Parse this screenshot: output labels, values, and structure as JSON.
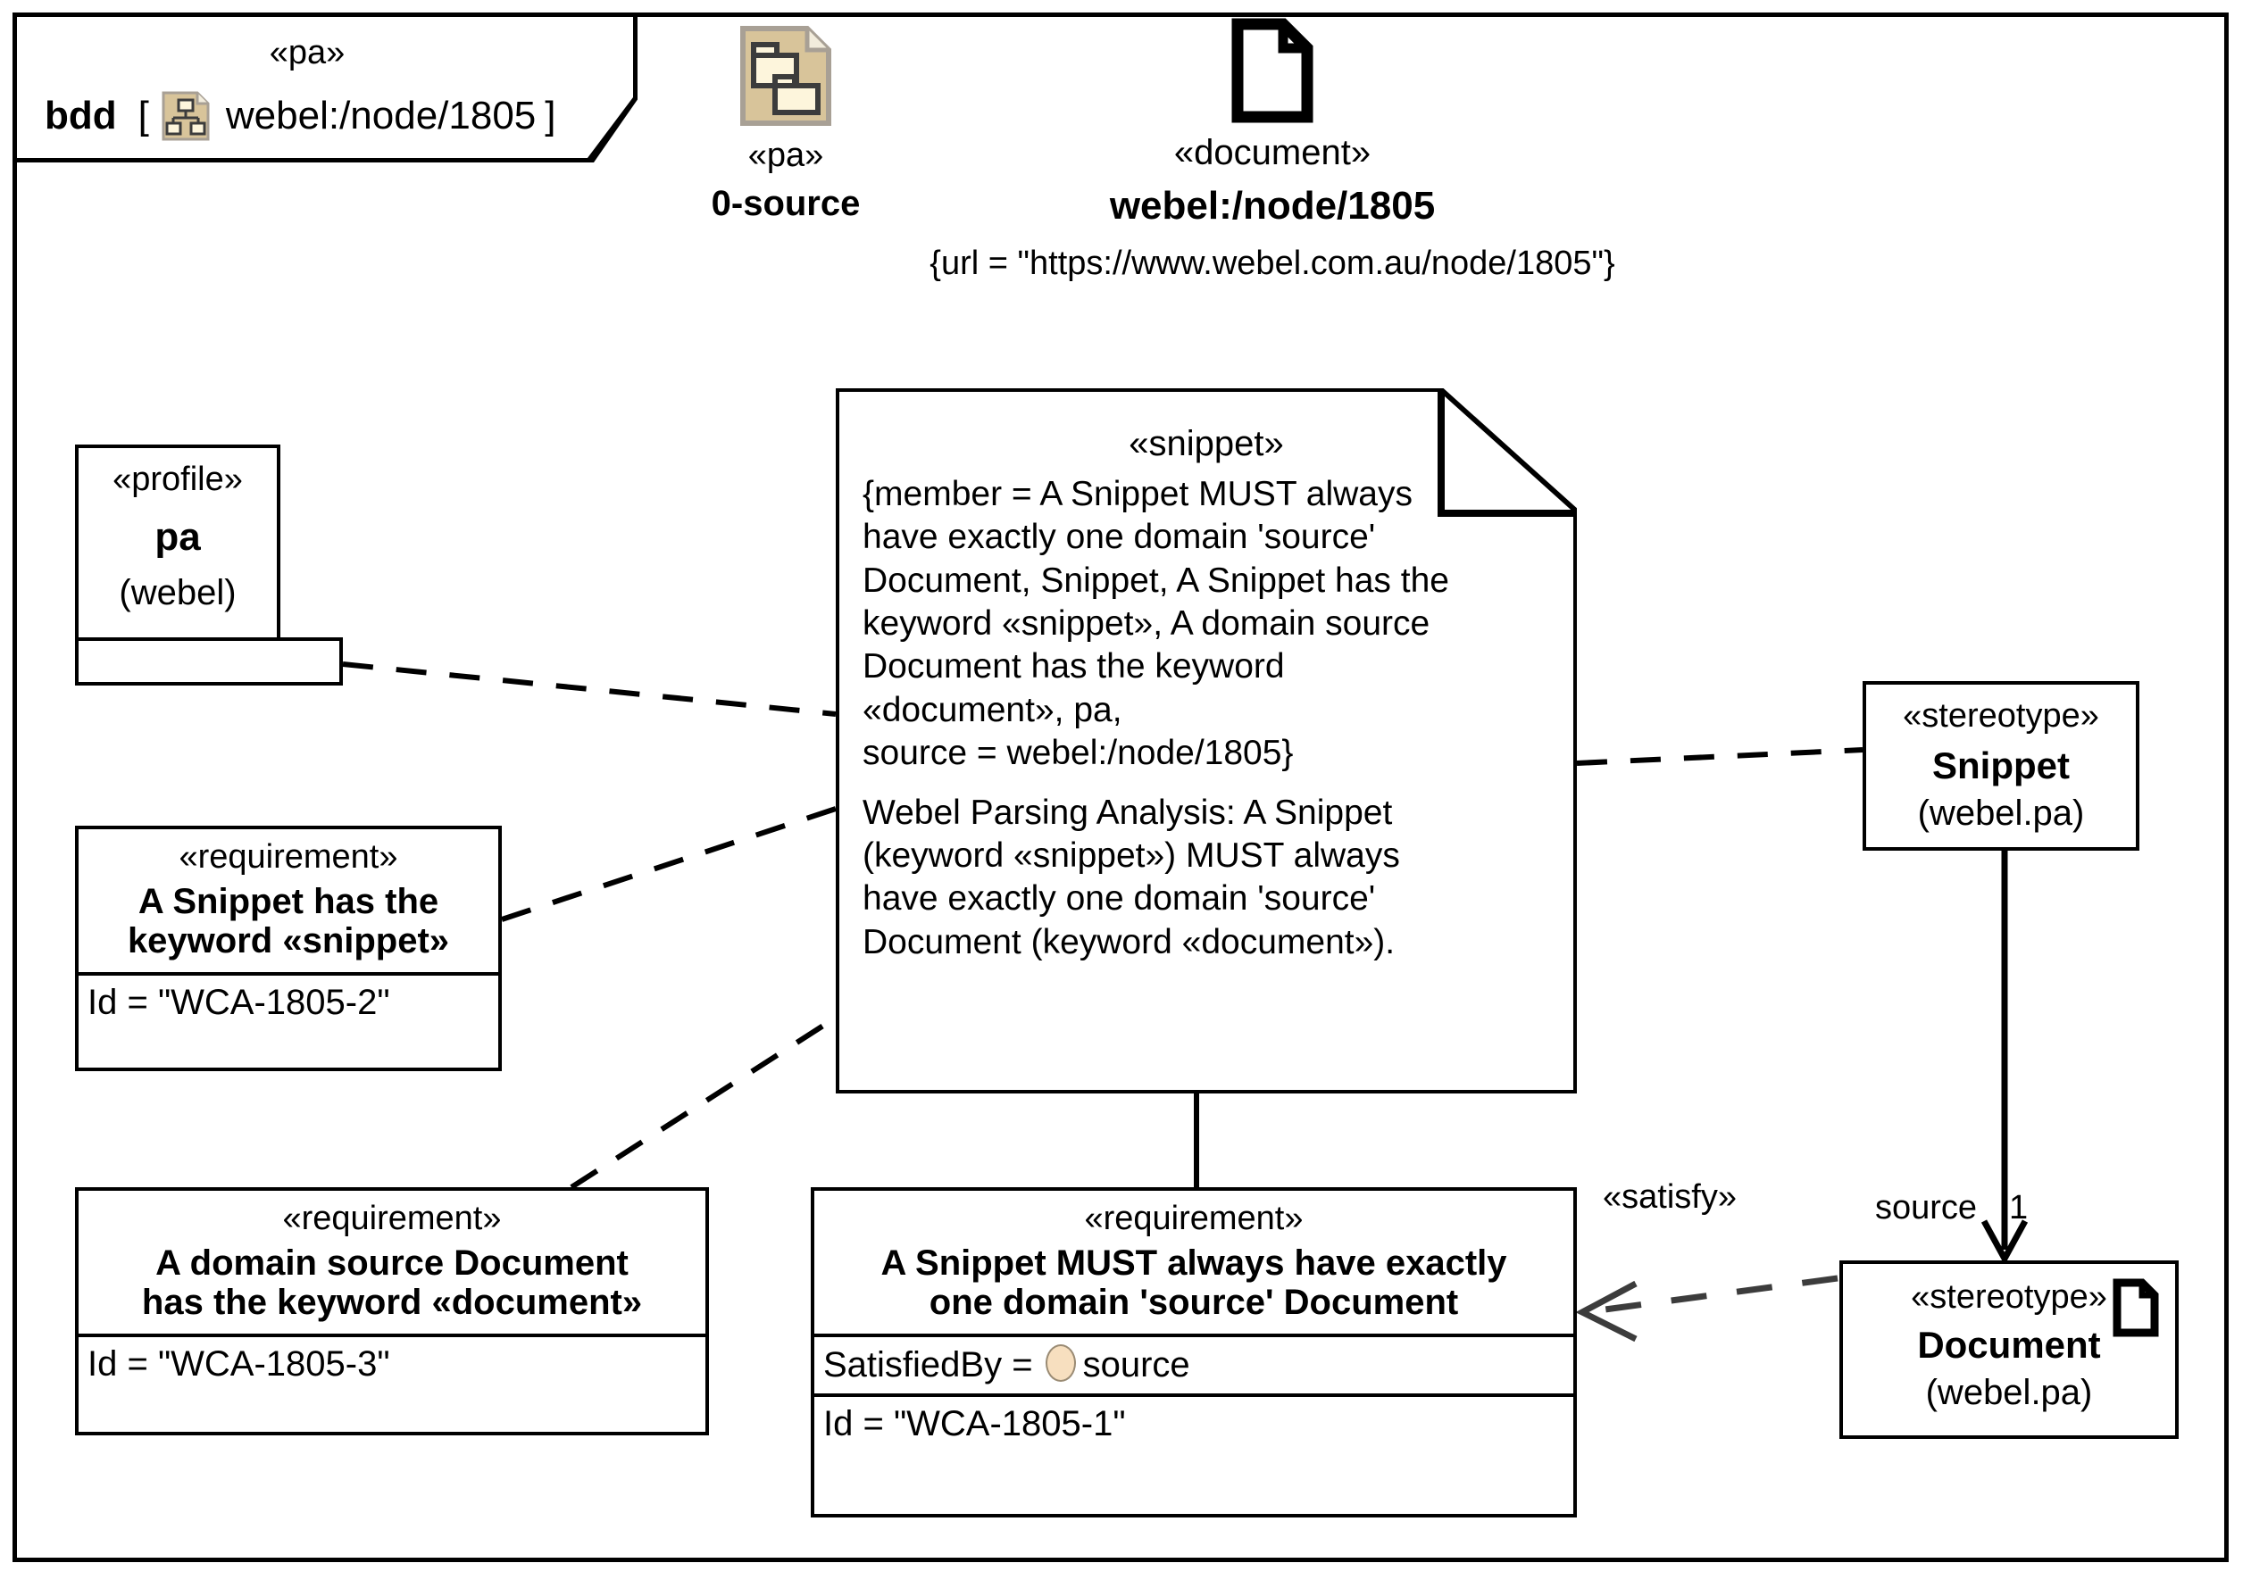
{
  "frame": {
    "stereotype": "«pa»",
    "kind": "bdd",
    "bracket_open": "[",
    "icon": "bdd-package-icon",
    "label": "webel:/node/1805",
    "bracket_close": "]"
  },
  "pa_node": {
    "icon": "pa-package-analysis-icon",
    "stereotype": "«pa»",
    "name": "0-source"
  },
  "document_node": {
    "icon": "document-page-icon",
    "stereotype": "«document»",
    "name": "webel:/node/1805",
    "constraint": "{url = \"https://www.webel.com.au/node/1805\"}"
  },
  "profile": {
    "stereotype": "«profile»",
    "name": "pa",
    "qualifier": "(webel)"
  },
  "note": {
    "stereotype": "«snippet»",
    "paragraph1": "{member = A Snippet MUST always\nhave exactly one domain 'source'\nDocument, Snippet, A Snippet has the\nkeyword «snippet», A domain source\nDocument has the keyword\n«document», pa,\nsource = webel:/node/1805}",
    "paragraph2": "Webel Parsing Analysis: A Snippet\n(keyword «snippet») MUST always\nhave exactly one domain 'source'\nDocument (keyword «document»)."
  },
  "requirements": [
    {
      "id": "req-2",
      "stereotype": "«requirement»",
      "name": "A Snippet has the\nkeyword «snippet»",
      "id_attr": "Id = \"WCA-1805-2\""
    },
    {
      "id": "req-3",
      "stereotype": "«requirement»",
      "name": "A domain source Document\nhas the keyword «document»",
      "id_attr": "Id = \"WCA-1805-3\""
    },
    {
      "id": "req-1",
      "stereotype": "«requirement»",
      "name": "A Snippet MUST always have exactly\none domain 'source' Document",
      "satisfied_by_label": "SatisfiedBy =",
      "satisfied_by_value": "source",
      "id_attr": "Id = \"WCA-1805-1\""
    }
  ],
  "stereotypes": [
    {
      "id": "ster-snippet",
      "stereotype": "«stereotype»",
      "name": "Snippet",
      "qualifier": "(webel.pa)"
    },
    {
      "id": "ster-document",
      "stereotype": "«stereotype»",
      "name": "Document",
      "qualifier": "(webel.pa)",
      "icon": "document-page-icon"
    }
  ],
  "edges": {
    "satisfy_label": "«satisfy»",
    "source_role": "source",
    "multiplicity": "1"
  },
  "colors": {
    "line": "#000000",
    "background": "#ffffff",
    "icon_tan": "#d8c49a",
    "icon_cream": "#fdf5dc",
    "icon_dark": "#3c3c3c",
    "oval_fill": "#f7dfbf",
    "satisfy_arrow": "#3c3c3c"
  }
}
